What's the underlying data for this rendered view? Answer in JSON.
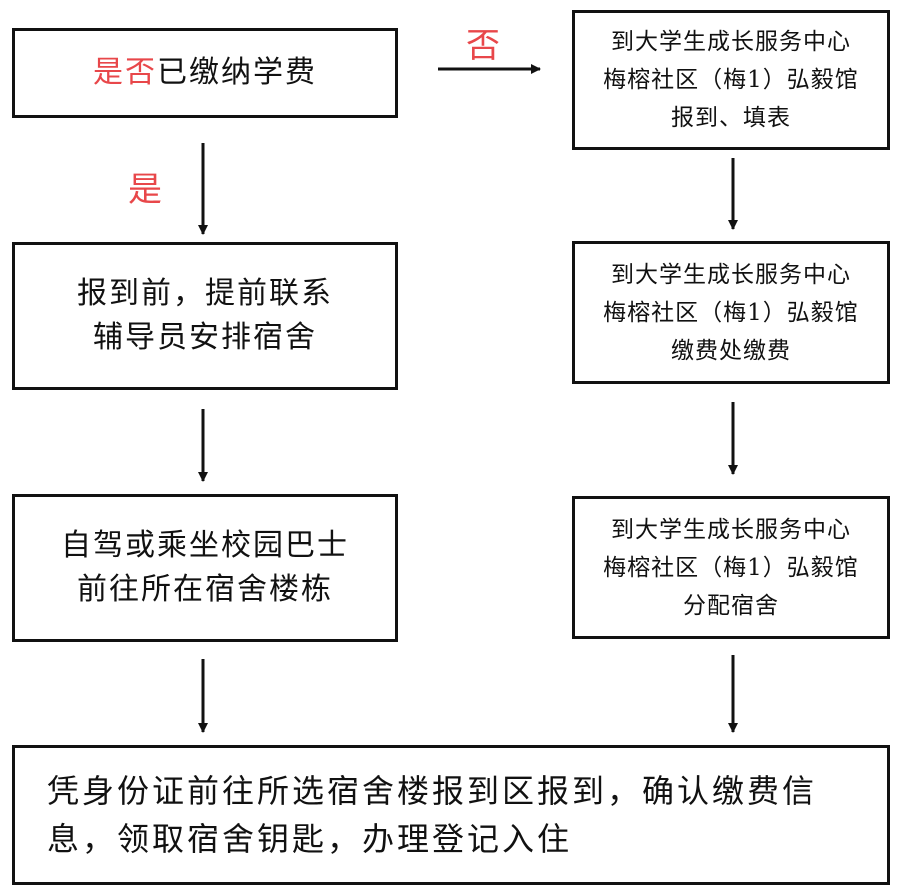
{
  "colors": {
    "border": "#111111",
    "answer_label": "#e8474a",
    "background": "#ffffff"
  },
  "start": {
    "highlight": "是否",
    "rest": "已缴纳学费"
  },
  "label_yes": "是",
  "label_no": "否",
  "left_steps": [
    "报到前，提前联系\n辅导员安排宿舍",
    "自驾或乘坐校园巴士\n前往所在宿舍楼栋"
  ],
  "right_steps": [
    "到大学生成长服务中心\n梅榕社区（梅1）弘毅馆\n报到、填表",
    "到大学生成长服务中心\n梅榕社区（梅1）弘毅馆\n缴费处缴费",
    "到大学生成长服务中心\n梅榕社区（梅1）弘毅馆\n分配宿舍"
  ],
  "final_step": "凭身份证前往所选宿舍楼报到区报到，确认缴费信\n息，领取宿舍钥匙，办理登记入住"
}
